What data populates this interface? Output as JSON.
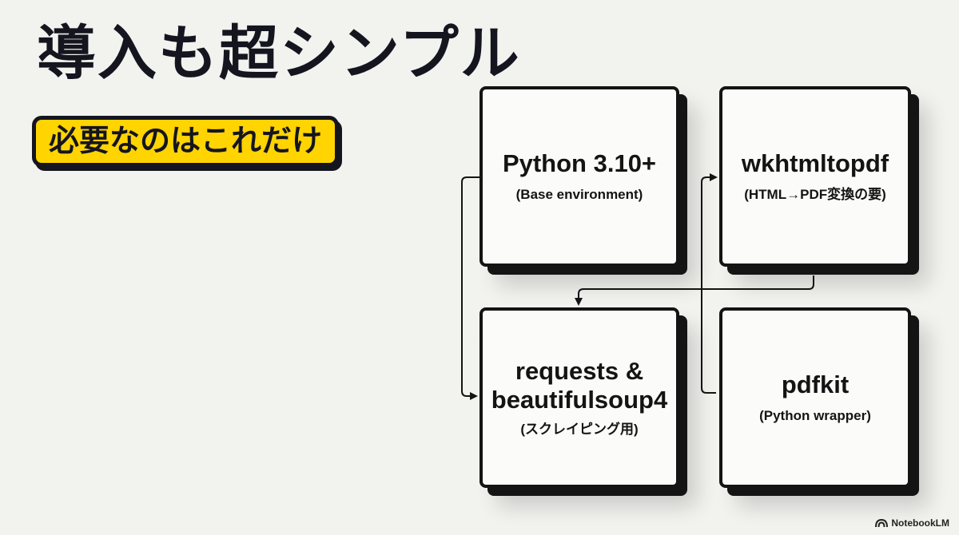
{
  "title": "導入も超シンプル",
  "subtitle": "必要なのはこれだけ",
  "boxes": [
    {
      "id": "python",
      "title": "Python 3.10+",
      "subtitle": "(Base environment)"
    },
    {
      "id": "wkhtmltopdf",
      "title": "wkhtmltopdf",
      "subtitle": "(HTML→PDF変換の要)"
    },
    {
      "id": "requests",
      "title_line1": "requests &",
      "title_line2": "beautifulsoup4",
      "subtitle": "(スクレイピング用)"
    },
    {
      "id": "pdfkit",
      "title": "pdfkit",
      "subtitle": "(Python wrapper)"
    }
  ],
  "brand": {
    "label": "NotebookLM",
    "icon": "notebooklm-logo-icon"
  },
  "colors": {
    "background": "#f2f2ef",
    "accent": "#ffd400",
    "ink": "#15151f"
  }
}
